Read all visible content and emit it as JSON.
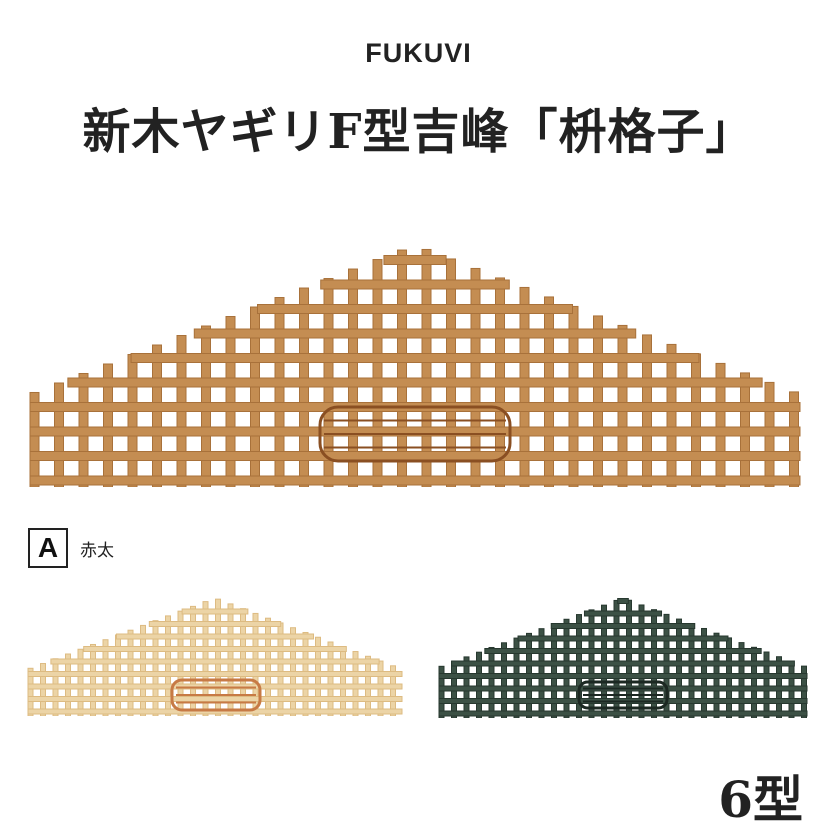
{
  "brand": "FUKUVI",
  "title": "新木ヤギリF型吉峰「枡格子」",
  "variant": {
    "badge": "A",
    "label": "赤太"
  },
  "type_label": "6型",
  "colors": {
    "main": {
      "stroke": "#a8713a",
      "core": "#c48d52",
      "vent": "#8a4f22"
    },
    "natural": {
      "stroke": "#ddbb82",
      "core": "#ecd4a6",
      "vent": "#c77a45"
    },
    "green": {
      "stroke": "#27382f",
      "core": "#3c5145",
      "vent": "#1c2822"
    }
  }
}
